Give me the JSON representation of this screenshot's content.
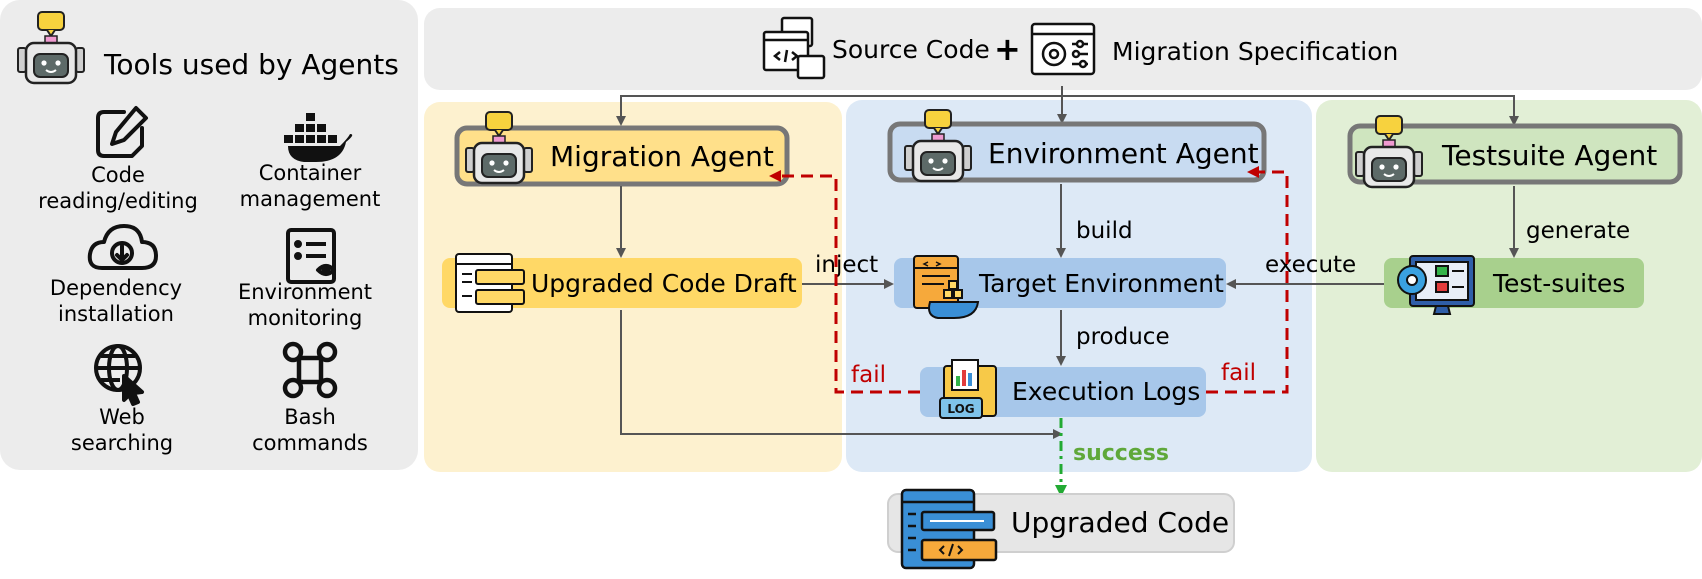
{
  "tools_panel": {
    "title": "Tools used by Agents",
    "tools": [
      {
        "icon": "edit-icon",
        "lines": [
          "Code",
          "reading/editing"
        ]
      },
      {
        "icon": "docker-icon",
        "lines": [
          "Container",
          "management"
        ]
      },
      {
        "icon": "cloud-download-icon",
        "lines": [
          "Dependency",
          "installation"
        ]
      },
      {
        "icon": "monitor-report-icon",
        "lines": [
          "Environment",
          "monitoring"
        ]
      },
      {
        "icon": "globe-cursor-icon",
        "lines": [
          "Web",
          "searching"
        ]
      },
      {
        "icon": "command-key-icon",
        "lines": [
          "Bash",
          "commands"
        ]
      }
    ]
  },
  "inputs": {
    "source_code": "Source Code",
    "plus": "+",
    "migration_spec": "Migration Specification"
  },
  "agents": {
    "migration": "Migration Agent",
    "environment": "Environment Agent",
    "testsuite": "Testsuite Agent"
  },
  "nodes": {
    "upgraded_draft": "Upgraded Code Draft",
    "target_env": "Target Environment",
    "test_suites": "Test-suites",
    "execution_logs": "Execution Logs",
    "upgraded_code": "Upgraded Code"
  },
  "edges": {
    "build": "build",
    "generate": "generate",
    "inject": "inject",
    "execute": "execute",
    "produce": "produce",
    "fail_left": "fail",
    "fail_right": "fail",
    "success": "success"
  },
  "colors": {
    "migration_zone": "#fdf1cf",
    "environment_zone": "#dde9f6",
    "testsuite_zone": "#e2efd6",
    "gray_panel": "#ececec",
    "fail": "#c00000",
    "success": "#22aa33"
  }
}
